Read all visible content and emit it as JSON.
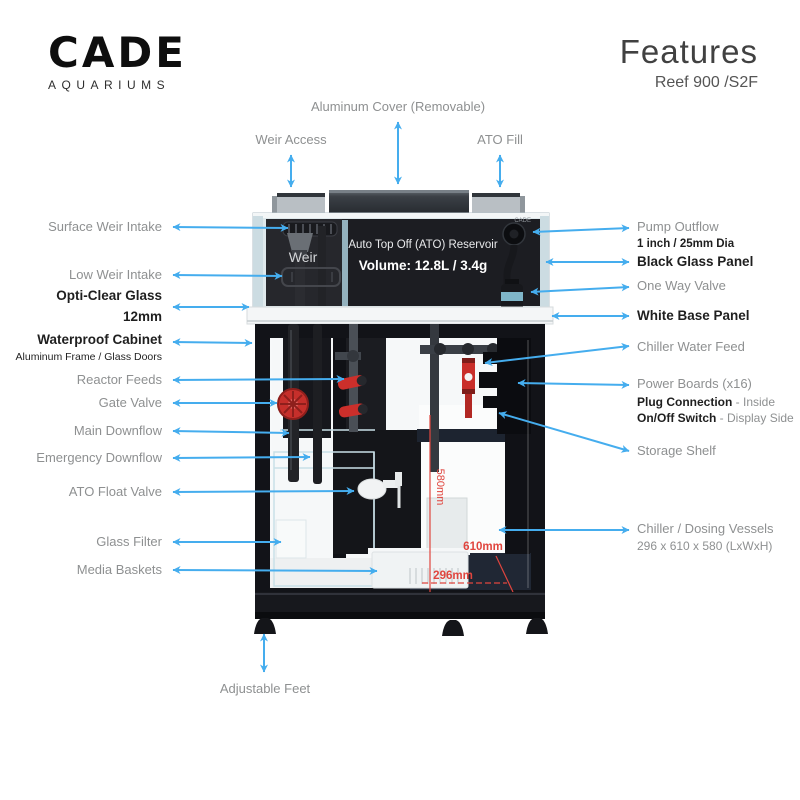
{
  "brand": {
    "name": "CADE",
    "sub": "AQUARIUMS"
  },
  "header": {
    "title": "Features",
    "subtitle": "Reef 900 /S2F"
  },
  "top_labels": {
    "aluminum_cover": "Aluminum Cover (Removable)",
    "weir_access": "Weir Access",
    "ato_fill": "ATO Fill"
  },
  "left_labels": {
    "surface_weir": "Surface Weir Intake",
    "low_weir": "Low Weir Intake",
    "opti_clear_line1": "Opti-Clear Glass",
    "opti_clear_line2": "12mm",
    "waterproof_cabinet": "Waterproof Cabinet",
    "waterproof_sub": "Aluminum Frame / Glass Doors",
    "reactor_feeds": "Reactor Feeds",
    "gate_valve": "Gate Valve",
    "main_downflow": "Main Downflow",
    "emergency_downflow": "Emergency Downflow",
    "ato_float_valve": "ATO Float Valve",
    "glass_filter": "Glass Filter",
    "media_baskets": "Media Baskets"
  },
  "right_labels": {
    "pump_outflow": "Pump Outflow",
    "pump_outflow_sub": "1 inch / 25mm Dia",
    "black_glass_panel": "Black Glass Panel",
    "one_way_valve": "One Way Valve",
    "white_base_panel": "White Base Panel",
    "chiller_water_feed": "Chiller Water Feed",
    "power_boards": "Power Boards (x16)",
    "power_sub1_bold": "Plug Connection",
    "power_sub1_rest": " - Inside",
    "power_sub2_bold": "On/Off Switch",
    "power_sub2_rest": " - Display Side",
    "storage_shelf": "Storage Shelf",
    "chiller_vessels": "Chiller / Dosing Vessels",
    "chiller_vessels_sub": "296 x 610 x 580 (LxWxH)"
  },
  "bottom_labels": {
    "adjustable_feet": "Adjustable Feet"
  },
  "diagram": {
    "weir": "Weir",
    "ato_line1": "Auto Top Off (ATO) Reservoir",
    "ato_line2": "Volume: 12.8L / 3.4g",
    "tank_brand": "CADE",
    "dim_height": "580mm",
    "dim_depth": "610mm",
    "dim_width": "296mm"
  },
  "colors": {
    "arrow_blue": "#45ADEE",
    "dimension_red": "#E0453E",
    "label_gray": "#8E9091",
    "label_dark": "#1F1F1F"
  }
}
